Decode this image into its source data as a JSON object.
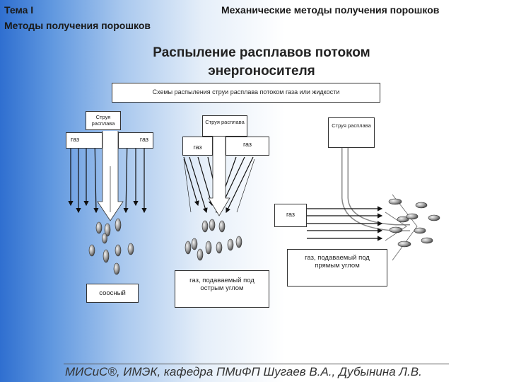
{
  "header": {
    "topic": "Тема I",
    "topic_subtitle": "Методы получения порошков",
    "right_title": "Механические методы получения порошков"
  },
  "slide_title": "Распыление расплавов потоком энергоносителя",
  "scheme_caption": "Схемы распыления струи расплава потоком газа или жидкости",
  "labels": {
    "melt_stream": "Струя расплава",
    "gas": "газ",
    "coaxial": "соосный",
    "gas_acute": "газ, подаваемый под острым углом",
    "gas_right": "газ, подаваемый под прямым углом"
  },
  "footer": "МИСиС®, ИМЭК, кафедра ПМиФП  Шугаев В.А., Дубынина Л.В."
}
